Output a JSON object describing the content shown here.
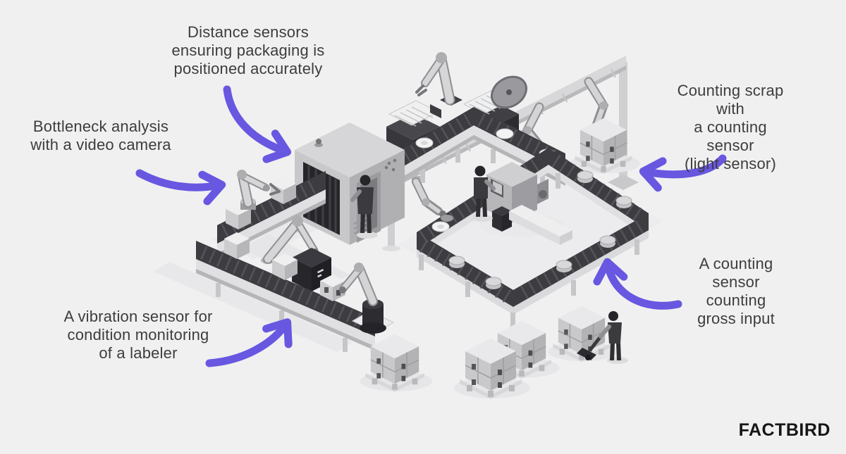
{
  "colors": {
    "background": "#f0f0f1",
    "arrow": "#6857e0",
    "text": "#3d3d3d",
    "logo": "#161616"
  },
  "annotations": {
    "distance": "Distance sensors\nensuring packaging is\npositioned accurately",
    "bottleneck": "Bottleneck analysis\nwith a video camera",
    "scrap": "Counting scrap with\na counting sensor\n(light sensor)",
    "vibration": "A vibration sensor for\ncondition monitoring\nof a labeler",
    "gross_input": "A counting\nsensor counting\ngross input"
  },
  "logo": "FACTBIRD"
}
